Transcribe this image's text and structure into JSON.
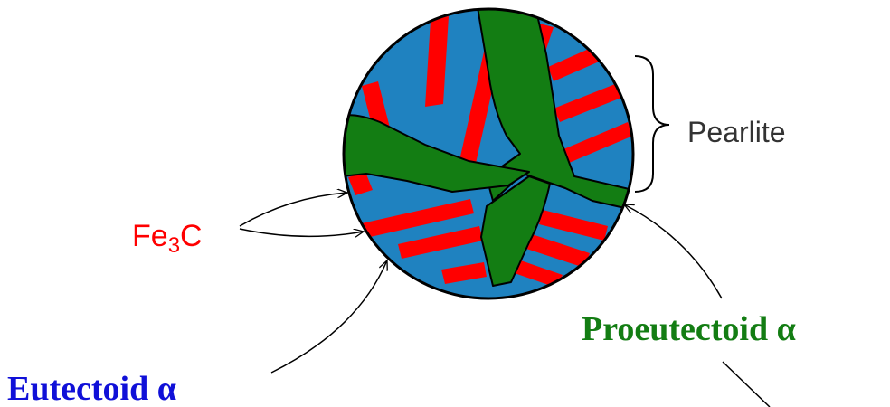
{
  "labels": {
    "pearlite": "Pearlite",
    "fe3c_base": "Fe",
    "fe3c_sub": "3",
    "fe3c_tail": "C",
    "proeutectoid": "Proeutectoid α",
    "eutectoid": "Eutectoid α"
  },
  "colors": {
    "ferrite_blue": "#1f82c0",
    "cementite_red": "#ff0000",
    "proeutectoid_green": "#137d13",
    "eutectoid_text": "#1010d8",
    "fe3c_text": "#ff0000",
    "proeutectoid_text": "#137d13",
    "outline": "#000000"
  }
}
